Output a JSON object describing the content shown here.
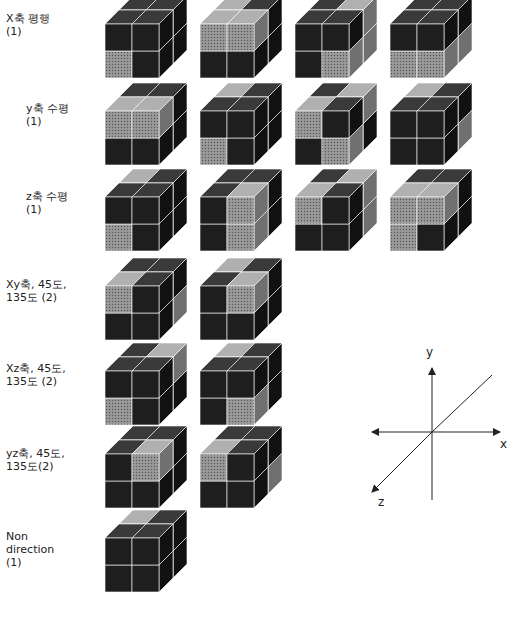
{
  "diagram": {
    "labels": [
      "X축 평행 (1)",
      "y축 수평 (1)",
      "z축 수평 (1)",
      "Xy축, 45도, 135도 (2)",
      "Xz축, 45도, 135도 (2)",
      "yz축, 45도, 135도(2)",
      "Non direction (1)",
      "y",
      "x",
      "z"
    ]
  }
}
